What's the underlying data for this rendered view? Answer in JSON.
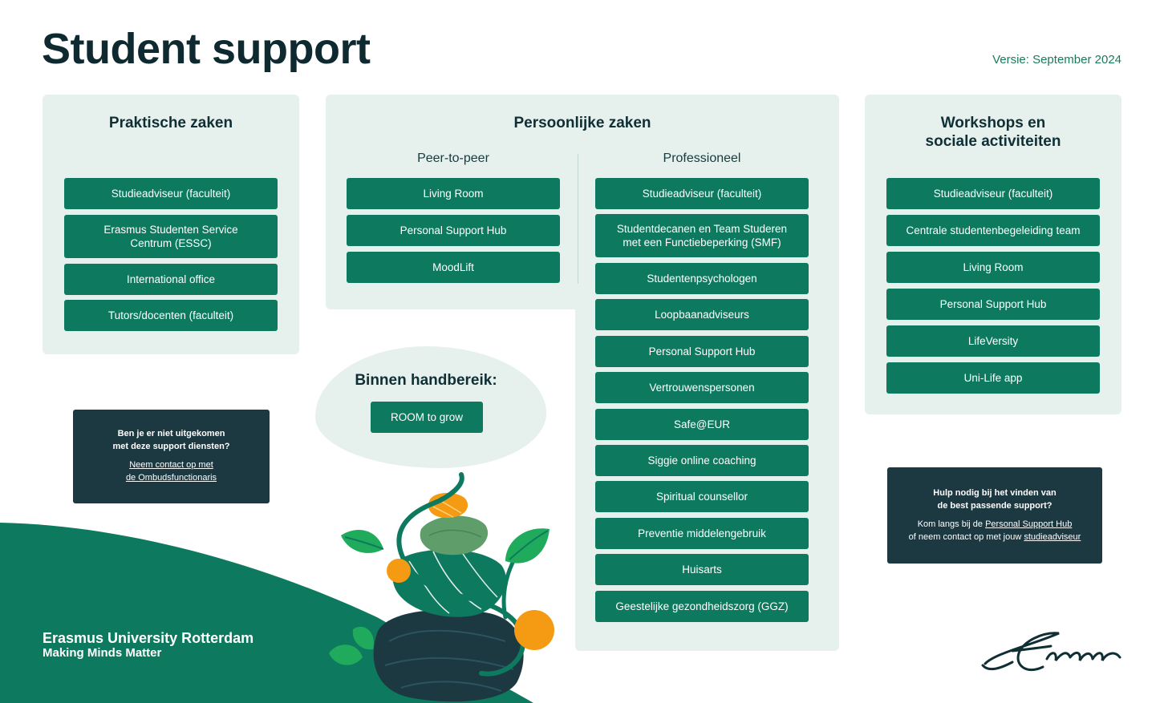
{
  "header": {
    "title": "Student support",
    "version": "Versie: September 2024"
  },
  "praktisch": {
    "title": "Praktische zaken",
    "items": [
      "Studieadviseur (faculteit)",
      "Erasmus Studenten Service Centrum (ESSC)",
      "International office",
      "Tutors/docenten (faculteit)"
    ]
  },
  "persoonlijk": {
    "title": "Persoonlijke zaken",
    "peer": {
      "title": "Peer-to-peer",
      "items": [
        "Living Room",
        "Personal Support Hub",
        "MoodLift"
      ]
    },
    "professioneel": {
      "title": "Professioneel",
      "items": [
        "Studieadviseur (faculteit)",
        "Studentdecanen en Team Studeren met een Functiebeperking (SMF)",
        "Studentenpsychologen",
        "Loopbaanadviseurs",
        "Personal Support Hub",
        "Vertrouwenspersonen",
        "Safe@EUR",
        "Siggie online coaching",
        "Spiritual counsellor",
        "Preventie middelengebruik",
        "Huisarts",
        "Geestelijke gezondheidszorg (GGZ)"
      ]
    }
  },
  "workshops": {
    "title": "Workshops en sociale activiteiten",
    "items": [
      "Studieadviseur (faculteit)",
      "Centrale studentenbegeleiding team",
      "Living Room",
      "Personal Support Hub",
      "LifeVersity",
      "Uni-Life app"
    ]
  },
  "binnen": {
    "title": "Binnen handbereik:",
    "button": "ROOM to grow"
  },
  "ombuds": {
    "line1": "Ben je er niet uitgekomen",
    "line2": "met deze support diensten?",
    "link1": "Neem contact op met",
    "link2": "de Ombudsfunctionaris"
  },
  "hulp": {
    "line1": "Hulp nodig bij het vinden van",
    "line2": "de best passende support?",
    "text1": "Kom langs bij de",
    "link1": "Personal Support Hub",
    "text2": "of neem contact op met jouw",
    "link2": "studieadviseur"
  },
  "footer": {
    "name": "Erasmus University Rotterdam",
    "tagline": "Making Minds Matter"
  },
  "colors": {
    "button": "#0d7a5f",
    "panel": "#e6f0ec",
    "dark": "#1c3840",
    "accent_orange": "#f59a13",
    "leaf_green": "#1faa5c"
  }
}
